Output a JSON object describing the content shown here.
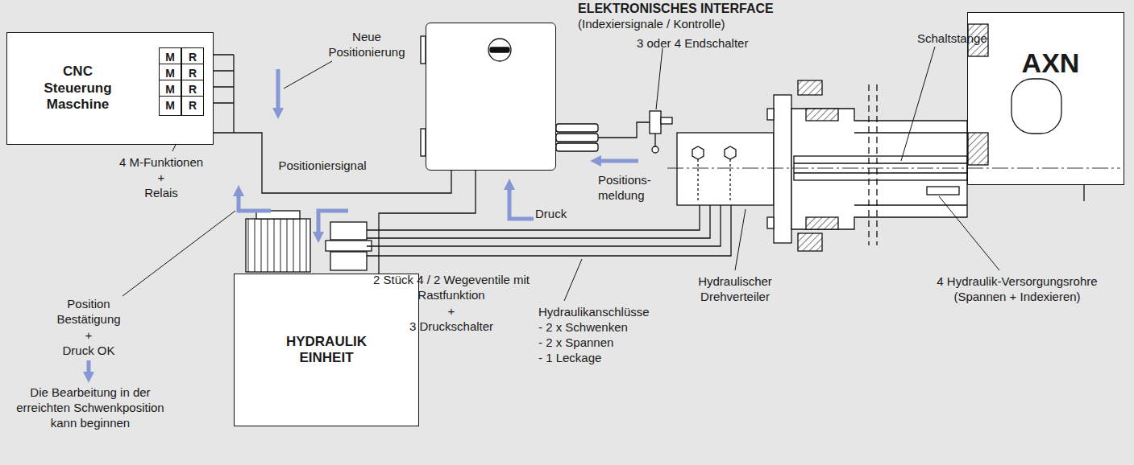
{
  "diagram": {
    "nodes": [
      {
        "text": [
          "CNC Steuerung Maschine"
        ]
      },
      {
        "text": [
          "M"
        ],
        "in": 0
      },
      {
        "text": [
          "R"
        ],
        "in": 0
      },
      {
        "text": [
          "M"
        ],
        "in": 0
      },
      {
        "text": [
          "R"
        ],
        "in": 0
      },
      {
        "text": [
          "M"
        ],
        "in": 0
      },
      {
        "text": [
          "R"
        ],
        "in": 0
      },
      {
        "text": [
          "M"
        ],
        "in": 0
      },
      {
        "text": [
          "R"
        ],
        "in": 0
      },
      {
        "text": [
          "ELEKTRONISCHES INTERFACE",
          "(Indexiersignale / Kontrolle)"
        ]
      },
      {
        "text": [
          "HYDRAULIK EINHEIT"
        ]
      },
      {
        "text": [
          "AXN"
        ]
      }
    ],
    "edges": [
      {
        "from": 0,
        "to": 9,
        "arrow": "none"
      },
      {
        "from": 9,
        "to": 10,
        "arrow": "none"
      }
    ],
    "labels": [
      "Neue Positionierung",
      "Positioniersignal",
      "3 oder 4 Endschalter",
      "Positions- meldung",
      "Druck",
      "Schaltstange",
      "4 M-Funktionen",
      "+",
      "Relais",
      "Position Bestätigung",
      "+",
      "Druck OK",
      "Die Bearbeitung in der erreichten Schwenkposition kann beginnen",
      "2 Stück 4 / 2 Wegeventile mit Rastfunktion",
      "+",
      "3 Druckschalter",
      "Hydraulikanschlüsse",
      "- 2 x Schwenken",
      "- 2 x Spannen",
      "- 1 Leckage",
      "Hydraulischer Drehverteiler",
      "4 Hydraulik-Versorgungsrohre (Spannen + Indexieren)"
    ]
  }
}
